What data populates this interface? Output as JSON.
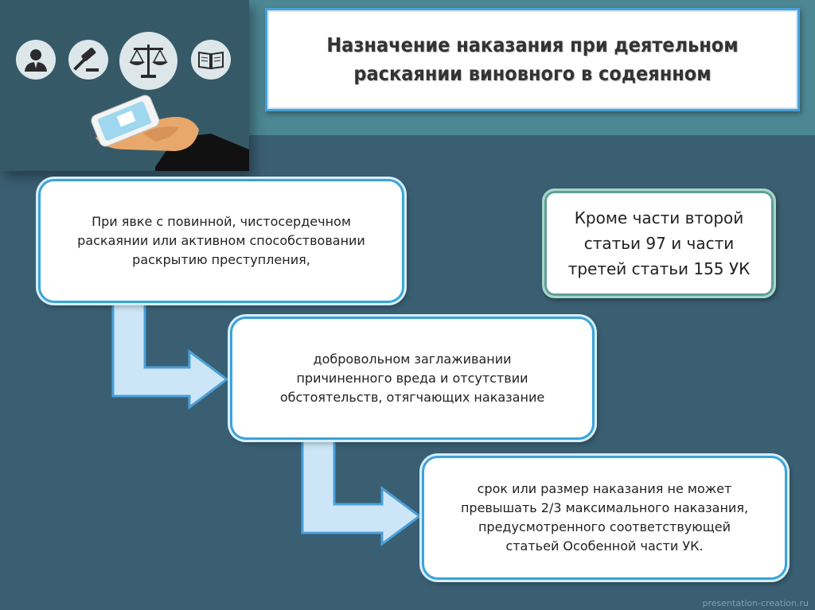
{
  "title": "Назначение наказания при деятельном раскаянии виновного в содеянном",
  "title_lines": [
    "Назначение наказания при деятельном",
    "раскаянии виновного в содеянном"
  ],
  "steps": [
    {
      "lines": [
        "При явке с повинной, чистосердечном",
        "раскаянии или активном способствовании",
        "раскрытию преступления,"
      ]
    },
    {
      "lines": [
        "добровольном заглаживании",
        "причиненного вреда и отсутствии",
        "обстоятельств, отягчающих наказание"
      ]
    },
    {
      "lines": [
        "срок или размер наказания не может",
        "превышать 2/3 максимального наказания,",
        "предусмотренного соответствующей",
        "статьей Особенной части УК."
      ]
    }
  ],
  "note_lines": [
    "Кроме части второй",
    "статьи 97 и части",
    "третей статьи 155 УК"
  ],
  "footer": "presentation-creation.ru",
  "icons": [
    "person-icon",
    "gavel-icon",
    "scales-icon",
    "book-icon",
    "hand-phone-illustration"
  ],
  "colors": {
    "background": "#3a5f73",
    "band": "#4c8793",
    "accent": "#3aa3da",
    "arrow_fill": "#cde6f7"
  }
}
